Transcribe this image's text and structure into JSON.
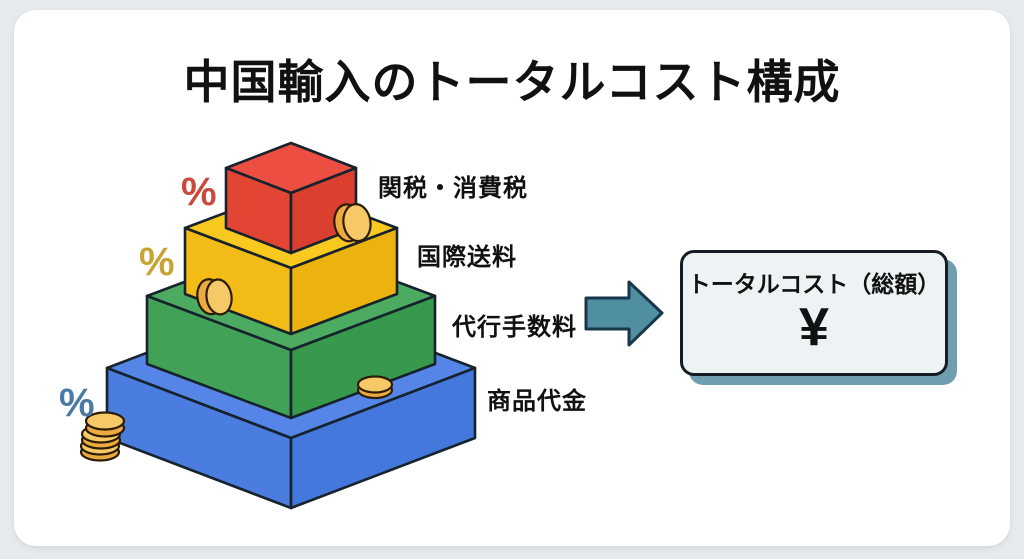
{
  "title": "中国輸入のトータルコスト構成",
  "pyramid": {
    "levels": [
      {
        "label": "関税・消費税",
        "color": "#e8483b",
        "rank": 1
      },
      {
        "label": "国際送料",
        "color": "#f6c21d",
        "rank": 2
      },
      {
        "label": "代行手数料",
        "color": "#41a156",
        "rank": 3
      },
      {
        "label": "商品代金",
        "color": "#4b7de1",
        "rank": 4
      }
    ],
    "percent_markers": [
      {
        "symbol": "%",
        "color": "#c74a3a",
        "level": "関税・消費税"
      },
      {
        "symbol": "%",
        "color": "#c7a435",
        "level": "国際送料"
      },
      {
        "symbol": "%",
        "color": "#4a7ba6",
        "level": "商品代金"
      }
    ],
    "coin_colors": {
      "face": "#f7c966",
      "rim": "#edaa40",
      "outline": "#2b1c05"
    }
  },
  "arrow": {
    "fill": "#4f8f9f",
    "outline": "#17374a"
  },
  "total_box": {
    "label": "トータルコスト（総額）",
    "currency_symbol": "¥",
    "background": "#edf3f4",
    "shadow_color": "#6f9fae"
  },
  "page_colors": {
    "background": "#e7ebef",
    "card": "#ffffff",
    "text": "#111111"
  }
}
